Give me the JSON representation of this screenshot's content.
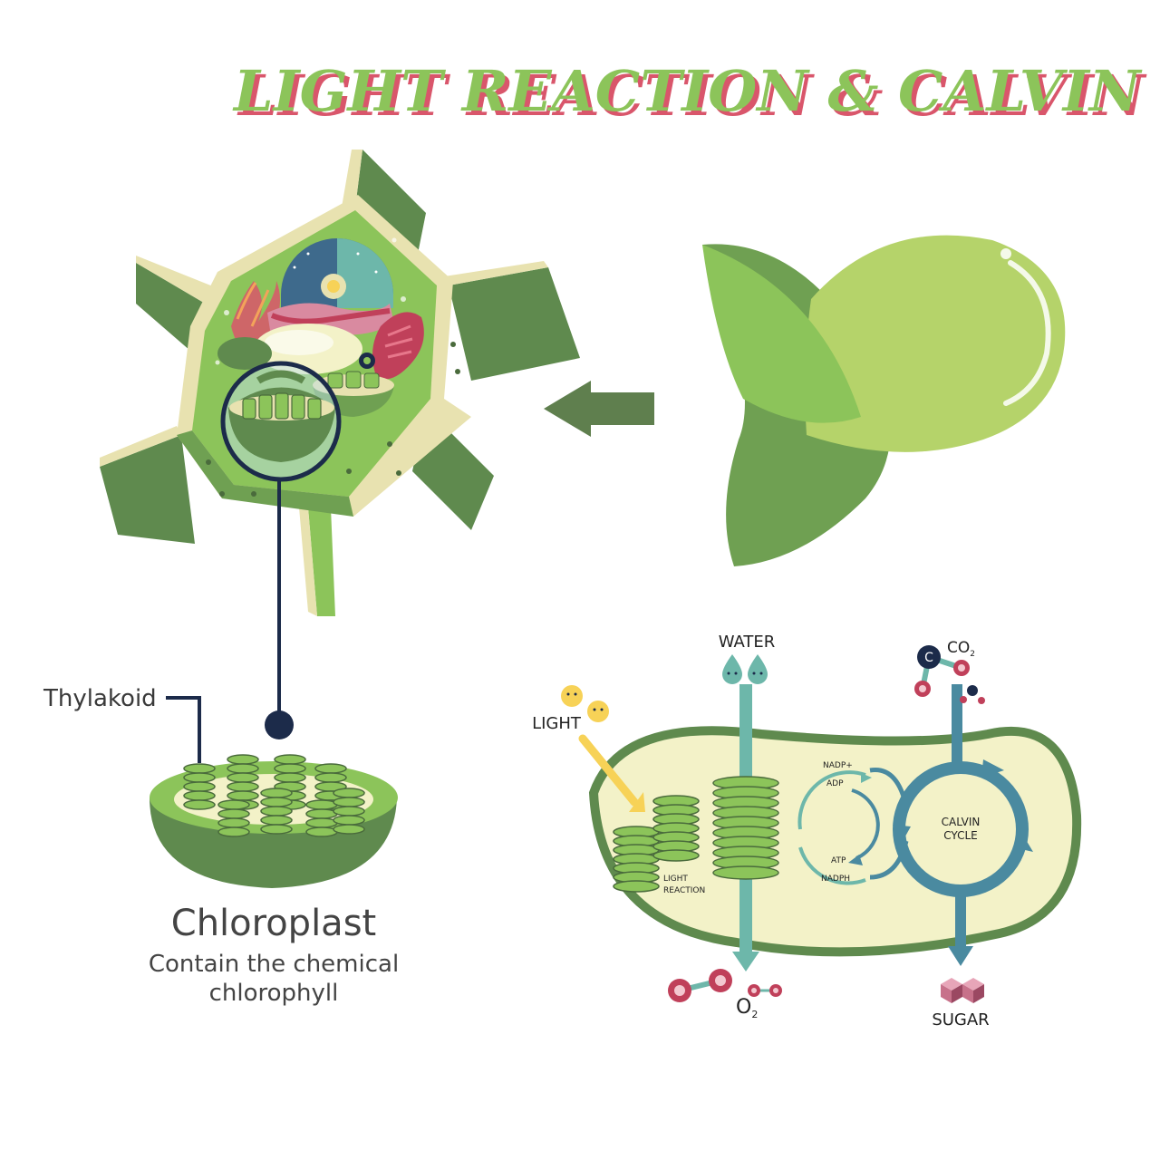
{
  "title": "LIGHT REACTION & CALVIN CYCLE",
  "labels": {
    "thylakoid": "Thylakoid",
    "chloroplast": "Chloroplast",
    "caption_line1": "Contain the chemical",
    "caption_line2": "chlorophyll",
    "water": "WATER",
    "light": "LIGHT",
    "co2_main": "CO",
    "co2_sub": "2",
    "o2_main": "O",
    "o2_sub": "2",
    "sugar": "SUGAR",
    "light_reaction_1": "LIGHT",
    "light_reaction_2": "REACTION",
    "calvin_1": "CALVIN",
    "calvin_2": "CYCLE",
    "nadp_plus": "NADP+",
    "adp": "ADP",
    "atp": "ATP",
    "nadph": "NADPH"
  },
  "colors": {
    "title_green": "#8cc45a",
    "title_shadow": "#d9566b",
    "leaf_light": "#b5d36a",
    "leaf_dark": "#6fa052",
    "cell_wall": "#e8e2b0",
    "cell_dark": "#5f8a4e",
    "cell_mid": "#8cc45a",
    "navy": "#1c2b4a",
    "teal": "#6db7aa",
    "steel": "#4a8aa0",
    "magenta": "#c0405a",
    "chloro_fill": "#f3f2c8",
    "chloro_border": "#5f8a4e",
    "sun": "#f7d257",
    "arrow_green": "#5f7f4e",
    "sugar_pink": "#c7718a"
  }
}
